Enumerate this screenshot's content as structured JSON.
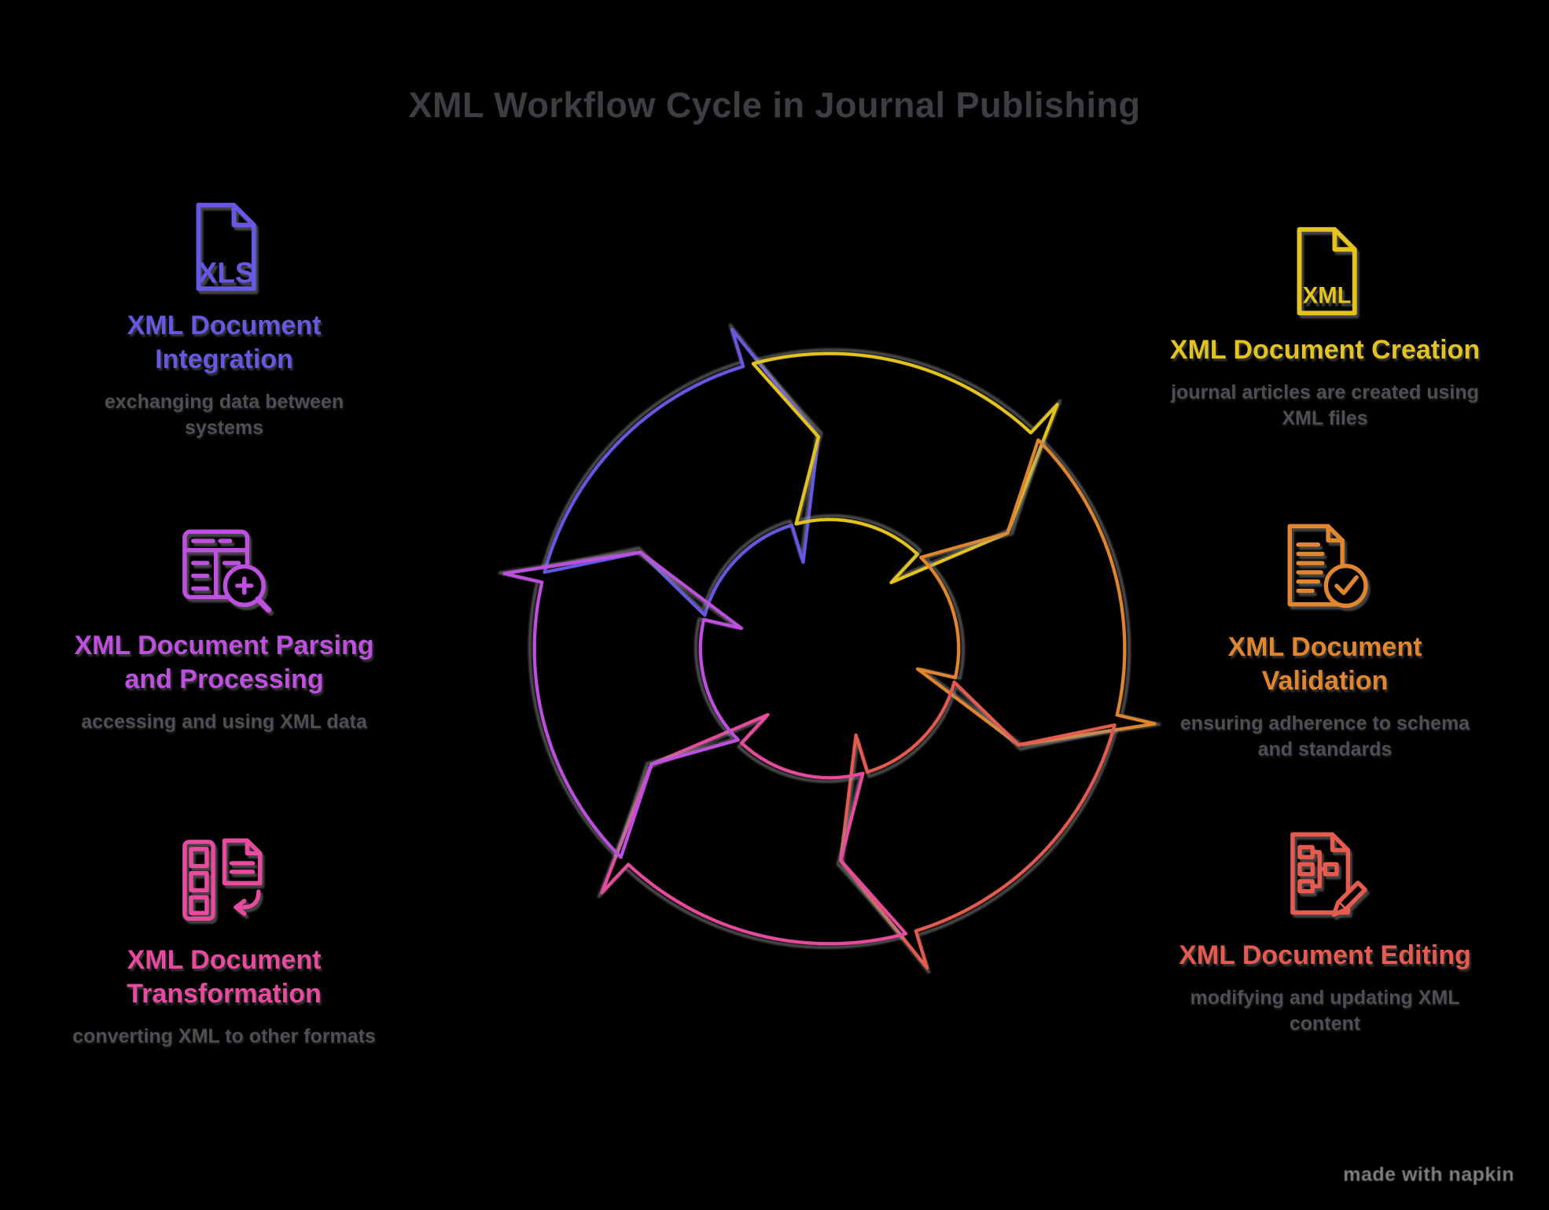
{
  "title": "XML Workflow Cycle in Journal Publishing",
  "watermark": {
    "text": "made with napkin"
  },
  "left_items": [
    {
      "icon": "xls-file-icon",
      "badge": "XLS",
      "color": "#6658E2",
      "title": "XML Document Integration",
      "subtitle": "exchanging data between systems"
    },
    {
      "icon": "table-search-icon",
      "color": "#BF4FE0",
      "title": "XML Document Parsing and Processing",
      "subtitle": "accessing and using XML data"
    },
    {
      "icon": "list-transform-icon",
      "color": "#E84A9E",
      "title": "XML Document Transformation",
      "subtitle": "converting XML to other formats"
    }
  ],
  "right_items": [
    {
      "icon": "xml-file-icon",
      "badge": "XML",
      "color": "#E3C31C",
      "title": "XML Document Creation",
      "subtitle": "journal articles are created using XML files"
    },
    {
      "icon": "document-check-icon",
      "color": "#E0862F",
      "title": "XML Document Validation",
      "subtitle": "ensuring adherence to schema and standards"
    },
    {
      "icon": "document-edit-icon",
      "color": "#E65A50",
      "title": "XML Document Editing",
      "subtitle": "modifying and updating XML content"
    }
  ],
  "cycle": {
    "direction": "clockwise",
    "arrows": [
      {
        "step": "integration",
        "position": "top-left",
        "color": "#6658E2"
      },
      {
        "step": "creation",
        "position": "top-right",
        "color": "#E3C31C"
      },
      {
        "step": "validation",
        "position": "right",
        "color": "#E0862F"
      },
      {
        "step": "editing",
        "position": "bottom-right",
        "color": "#E65A50"
      },
      {
        "step": "transformation",
        "position": "bottom-left",
        "color": "#E84A9E"
      },
      {
        "step": "parsing",
        "position": "left",
        "color": "#BF4FE0"
      }
    ]
  }
}
